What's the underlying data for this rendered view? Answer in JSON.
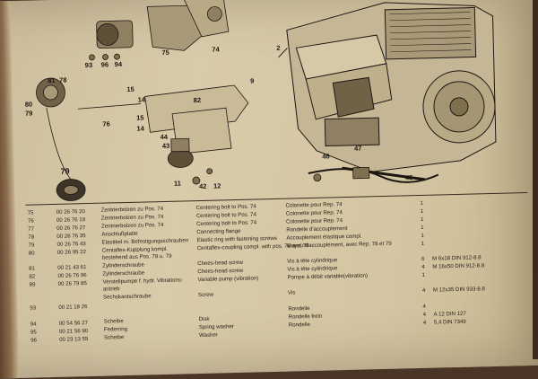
{
  "callouts": {
    "c93": "93",
    "c96": "96",
    "c94": "94",
    "c75": "75",
    "c74": "74",
    "c2": "2",
    "c9": "9",
    "c81": "81",
    "c78": "78",
    "c80": "80",
    "c79a": "79",
    "c15a": "15",
    "c14a": "14",
    "c82": "82",
    "c76": "76",
    "c15b": "15",
    "c14b": "14",
    "c44": "44",
    "c43": "43",
    "c46": "46",
    "c47": "47",
    "c45": "45",
    "c79b": "79",
    "c11": "11",
    "c42": "42",
    "c12": "12"
  },
  "parts": [
    {
      "pos": "75",
      "num": "00 26 76 20",
      "de": "Zentrierbolzen zu Pos. 74",
      "en": "Centering bolt to Pos. 74",
      "fr": "Colonette pour Rep. 74",
      "qty": "1",
      "din": ""
    },
    {
      "pos": "76",
      "num": "00 26 76 19",
      "de": "Zentrierbolzen zu Pos. 74",
      "en": "Centering bolt to Pos. 74",
      "fr": "Colonette pour Rep. 74",
      "qty": "1",
      "din": ""
    },
    {
      "pos": "77",
      "num": "00 26 76 27",
      "de": "Zentrierbolzen zu Pos. 74",
      "en": "Centering bolt to Pos. 74",
      "fr": "Colonette pour Rep. 74",
      "qty": "1",
      "din": ""
    },
    {
      "pos": "78",
      "num": "00 26 76 35",
      "de": "Anschlußplatte",
      "en": "Connecting flange",
      "fr": "Rondelle d'accouplement",
      "qty": "1",
      "din": ""
    },
    {
      "pos": "79",
      "num": "00 26 76 43",
      "de": "Elastikel m. Befestigungsschrauben",
      "en": "Elastic ring with fastening screws",
      "fr": "Accouplement elastique compl.",
      "qty": "1",
      "din": ""
    },
    {
      "pos": "80",
      "num": "00 26 95 22",
      "de": "Centaflex-Kupplung kompl. bestehend aus Pos. 78 u. 79",
      "en": "Centaflex-coupling compl. with pos. 78 and 79",
      "fr": "Moyeu d'accouplement, avec Rep. 78 et 79",
      "qty": "1",
      "din": "",
      "tall": true
    },
    {
      "pos": "81",
      "num": "00 21 43 61",
      "de": "Zylinderschraube",
      "en": "Chees-head screw",
      "fr": "Vis à tête cylindrique",
      "qty": "6",
      "din": "M 6x18 DIN 912-8.8"
    },
    {
      "pos": "82",
      "num": "00 26 76 96",
      "de": "Zylinderschraube",
      "en": "Chees-head screw",
      "fr": "Vis à tête cylindrique",
      "qty": "4",
      "din": "M 16x50 DIN 912-8.8"
    },
    {
      "pos": "89",
      "num": "00 26 79 85",
      "de": "Verstellpumpe f. hydr. Vibrations-antrieb",
      "en": "Variable pump (vibration)",
      "fr": "Pompe à débit variable(vibration)",
      "qty": "1",
      "din": "",
      "tall": true
    },
    {
      "pos": "",
      "num": "",
      "de": "Sechskantschraube",
      "en": "Screw",
      "fr": "Vis",
      "qty": "4",
      "din": "M 12x35 DIN 933-8.8"
    },
    {
      "pos": "93",
      "num": "00 21 18 26",
      "de": "",
      "en": "",
      "fr": "",
      "qty": "",
      "din": ""
    },
    {
      "pos": "",
      "num": "",
      "de": "",
      "en": "",
      "fr": "Rondelle",
      "qty": "4",
      "din": ""
    },
    {
      "pos": "94",
      "num": "00 54 56 27",
      "de": "Scheibe",
      "en": "Disk",
      "fr": "Rondelle frein",
      "qty": "4",
      "din": "A 12 DIN 127"
    },
    {
      "pos": "95",
      "num": "00 21 56 90",
      "de": "Federring",
      "en": "Spring washer",
      "fr": "Rondelle",
      "qty": "4",
      "din": "5,4 DIN 7349"
    },
    {
      "pos": "96",
      "num": "00 23 13 55",
      "de": "Scheibe",
      "en": "Washer",
      "fr": "",
      "qty": "",
      "din": ""
    }
  ]
}
